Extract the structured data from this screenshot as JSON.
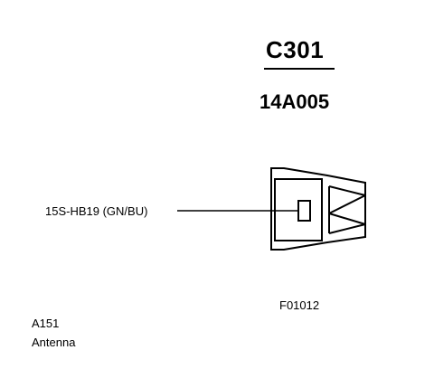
{
  "connector": {
    "id": "C301",
    "part_number": "14A005"
  },
  "wire": {
    "circuit_label": "15S-HB19 (GN/BU)"
  },
  "figure": {
    "code": "F01012"
  },
  "component": {
    "code": "A151",
    "name": "Antenna"
  }
}
